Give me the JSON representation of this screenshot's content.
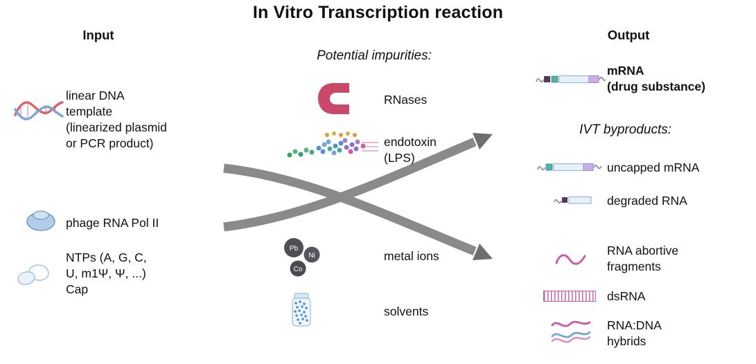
{
  "title": "In Vitro Transcription reaction",
  "input": {
    "header": "Input",
    "items": [
      {
        "icon": "dna-template-icon",
        "label": "linear DNA\ntemplate\n(linearized plasmid\nor PCR product)"
      },
      {
        "icon": "rna-polymerase-icon",
        "label": "phage RNA Pol II"
      },
      {
        "icon": "ntps-icon",
        "label": "NTPs (A, G, C,\nU, m1Ψ, Ψ, ...)\nCap"
      }
    ]
  },
  "impurities": {
    "header": "Potential impurities:",
    "items": [
      {
        "icon": "rnase-icon",
        "label": "RNases"
      },
      {
        "icon": "endotoxin-icon",
        "label": "endotoxin\n(LPS)"
      },
      {
        "icon": "metal-ions-icon",
        "label": "metal ions",
        "ions": [
          "Pb",
          "Ni",
          "Co"
        ]
      },
      {
        "icon": "solvents-icon",
        "label": "solvents"
      }
    ]
  },
  "output": {
    "header": "Output",
    "product_label": "mRNA\n(drug substance)",
    "byproducts_header": "IVT byproducts:",
    "byproducts": [
      {
        "icon": "uncapped-mrna-icon",
        "label": "uncapped mRNA"
      },
      {
        "icon": "degraded-rna-icon",
        "label": "degraded RNA"
      },
      {
        "icon": "rna-abortive-fragments-icon",
        "label": "RNA abortive\nfragments"
      },
      {
        "icon": "dsrna-icon",
        "label": "dsRNA"
      },
      {
        "icon": "rna-dna-hybrids-icon",
        "label": "RNA:DNA\nhybrids"
      }
    ]
  },
  "colors": {
    "rnase": "#c9496b",
    "rna_magenta": "#c75fa8",
    "dna_blue": "#7ba7d7",
    "dna_red": "#d96470",
    "arrow_gray": "#858585",
    "metal_gray": "#4f4f57"
  }
}
